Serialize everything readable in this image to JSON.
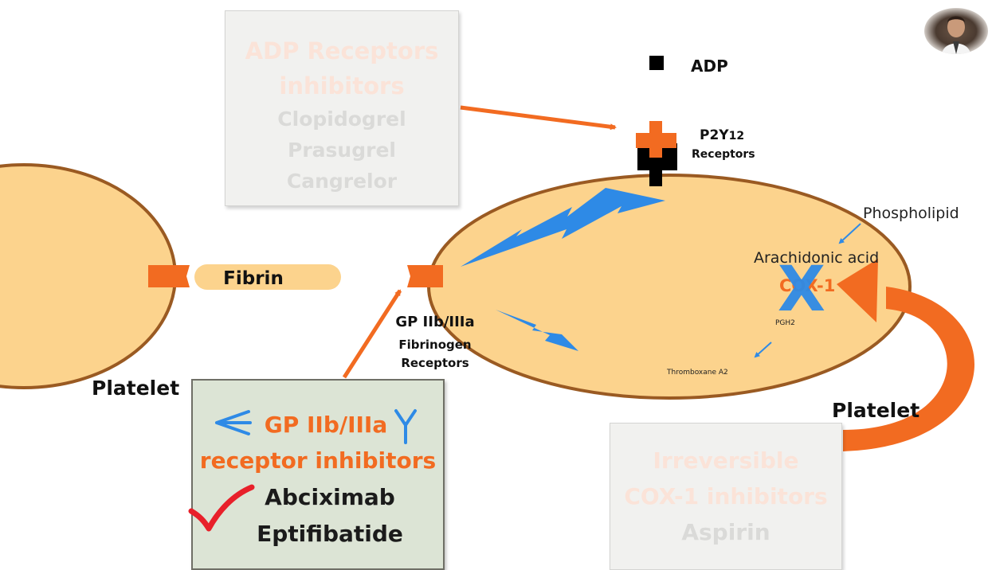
{
  "adp_box": {
    "title_line1": "ADP Receptors",
    "title_line2": "inhibitors",
    "drugs": [
      "Clopidogrel",
      "Prasugrel",
      "Cangrelor"
    ]
  },
  "gp_box": {
    "title_line1": "GP IIb/IIIa",
    "title_line2": "receptor inhibitors",
    "drugs": [
      "Abciximab",
      "Eptifibatide"
    ]
  },
  "cox_box": {
    "title_line1": "Irreversible",
    "title_line2": "COX-1 inhibitors",
    "drugs": [
      "Aspirin"
    ]
  },
  "labels": {
    "adp": "ADP",
    "p2y12": "P2Y",
    "p2y12_sub": "12",
    "receptors": "Receptors",
    "fibrin": "Fibrin",
    "gp_receptor_line1": "GP IIb/IIIa",
    "gp_receptor_line2": "Fibrinogen",
    "gp_receptor_line3": "Receptors",
    "platelet_left": "Platelet",
    "platelet_right": "Platelet",
    "phospholipid": "Phospholipid",
    "arachidonic_acid": "Arachidonic acid",
    "cox1": "COX-1",
    "pgh2": "PGH2",
    "thromboxane": "Thromboxane A2"
  },
  "colors": {
    "platelet_fill": "#fcd38d",
    "platelet_stroke": "#9a5a22",
    "orange": "#f26b21",
    "blue": "#2e8ae6",
    "receptor_black": "#000000",
    "check_red": "#e8202a"
  },
  "icons": [
    "antibody-icon",
    "checkmark-icon",
    "block-x-icon",
    "presenter-avatar"
  ]
}
